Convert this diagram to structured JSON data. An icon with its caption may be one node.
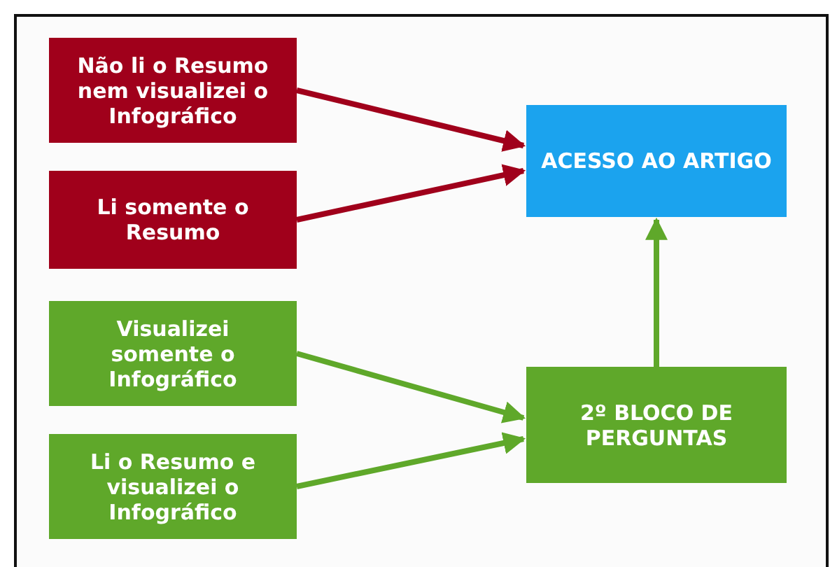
{
  "diagram": {
    "nodes": [
      {
        "text": [
          "Não li o Resumo nem visualizei o Infográfico"
        ]
      },
      {
        "text": [
          "Li somente o Resumo"
        ]
      },
      {
        "text": [
          "Visualizei somente o Infográfico"
        ]
      },
      {
        "text": [
          "Li o Resumo e visualizei o Infográfico"
        ]
      },
      {
        "text": [
          "ACESSO AO ARTIGO"
        ]
      },
      {
        "text": [
          "2º BLOCO DE PERGUNTAS"
        ]
      }
    ],
    "edges": [
      {
        "from": 0,
        "to": 4,
        "arrow": "to",
        "color": "#a0001b"
      },
      {
        "from": 1,
        "to": 4,
        "arrow": "to",
        "color": "#a0001b"
      },
      {
        "from": 2,
        "to": 5,
        "arrow": "to"
      },
      {
        "from": 3,
        "to": 5,
        "arrow": "to"
      },
      {
        "from": 5,
        "to": 4,
        "arrow": "to"
      }
    ]
  }
}
